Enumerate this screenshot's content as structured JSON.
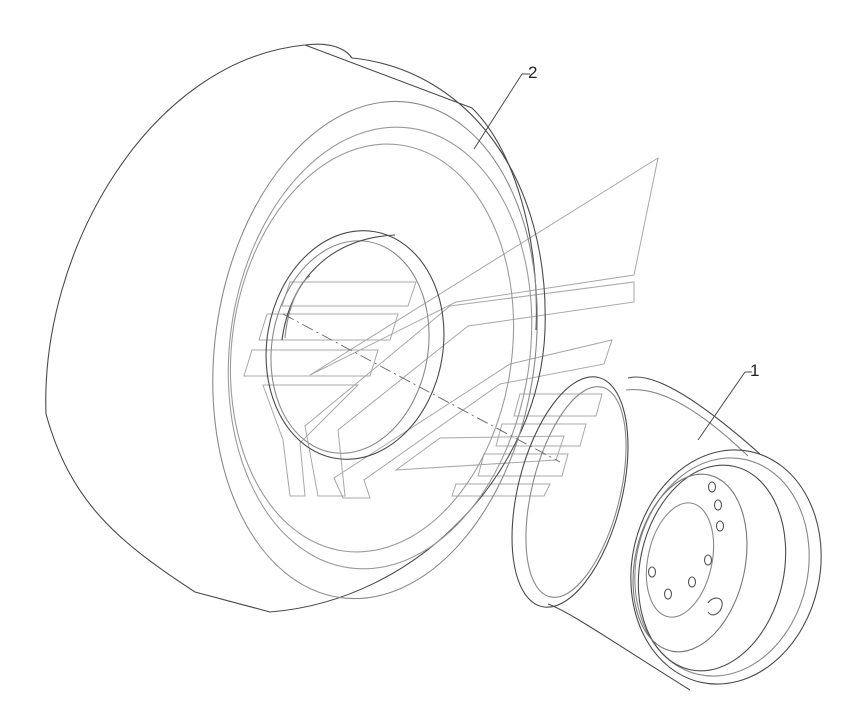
{
  "diagram": {
    "callouts": [
      {
        "label": "1",
        "part": "rim"
      },
      {
        "label": "2",
        "part": "tire"
      }
    ]
  },
  "colors": {
    "line": "#4a4a4a",
    "faint_line": "#9a9a9a",
    "watermark": "#9a9a9a",
    "background": "#ffffff"
  }
}
